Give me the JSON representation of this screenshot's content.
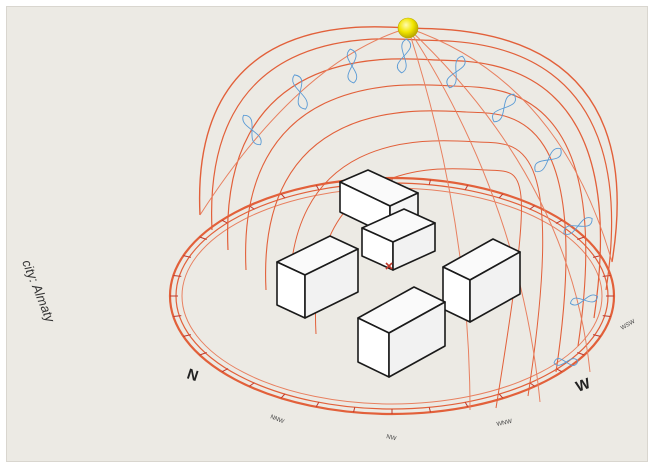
{
  "caption": "city: Almaty",
  "cardinals": {
    "north": "N",
    "west": "W"
  },
  "azimuth_labels": {
    "nnw": "NNW",
    "nw": "NW",
    "wnw": "WNW",
    "wsw": "WSW"
  },
  "colors": {
    "background": "#eceae4",
    "sun_path": "#e2603a",
    "analemma": "#5b9bd5",
    "sun": "#f2e600",
    "buildings": "#1a1a1a",
    "marker": "#c0392b"
  },
  "icons": {
    "sun": "sun-sphere-icon",
    "site_marker": "site-marker-icon"
  }
}
